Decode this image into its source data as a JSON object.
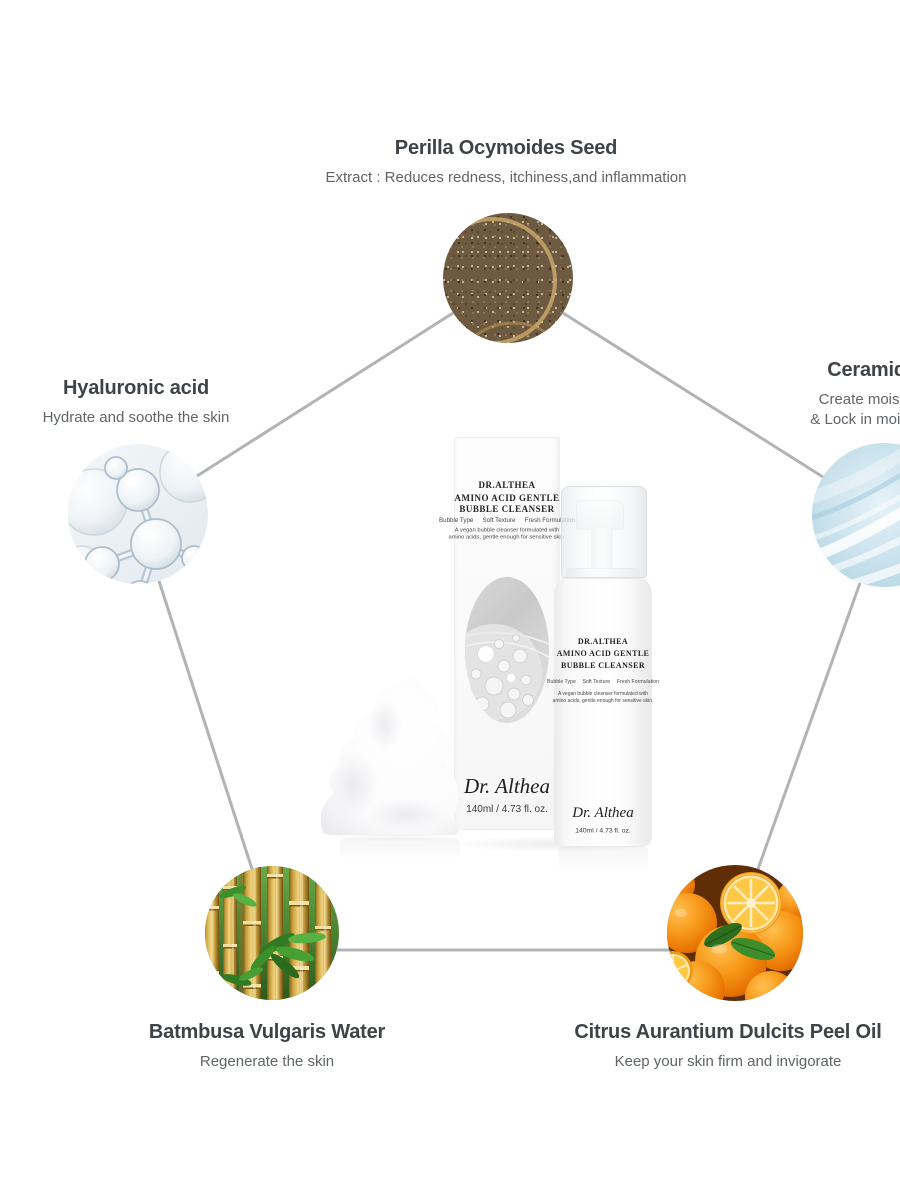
{
  "page": {
    "background": "#ffffff"
  },
  "diagram": {
    "connector_color": "#b1b4b7",
    "nodes": {
      "top": {
        "title": "Perilla Ocymoides Seed",
        "subtitle": "Extract : Reduces redness, itchiness,and inflammation",
        "photo": "perilla-seeds-photo"
      },
      "left": {
        "title": "Hyaluronic acid",
        "subtitle": "Hydrate and soothe the skin",
        "photo": "hyaluronic-molecule-photo"
      },
      "right": {
        "title": "Ceramide",
        "subtitle_line1": "Create moisture",
        "subtitle_line2": "& Lock in moisture",
        "photo": "ceramide-blue-gel-photo"
      },
      "bottom_left": {
        "title": "Batmbusa Vulgaris Water",
        "subtitle": "Regenerate the skin",
        "photo": "bamboo-photo"
      },
      "bottom_right": {
        "title": "Citrus Aurantium Dulcits Peel Oil",
        "subtitle": "Keep your skin firm and invigorate",
        "photo": "oranges-photo"
      }
    }
  },
  "product": {
    "brand": "DR.ALTHEA",
    "name_line1": "AMINO ACID GENTLE",
    "name_line2": "BUBBLE CLEANSER",
    "features": [
      "Bubble Type",
      "Soft Texture",
      "Fresh Formulation"
    ],
    "description_line1": "A vegan bubble cleanser formulated with",
    "description_line2": "amino acids, gentle enough for sensitive skin.",
    "logo_script": "Dr. Althea",
    "volume": "140ml / 4.73 fl. oz."
  }
}
